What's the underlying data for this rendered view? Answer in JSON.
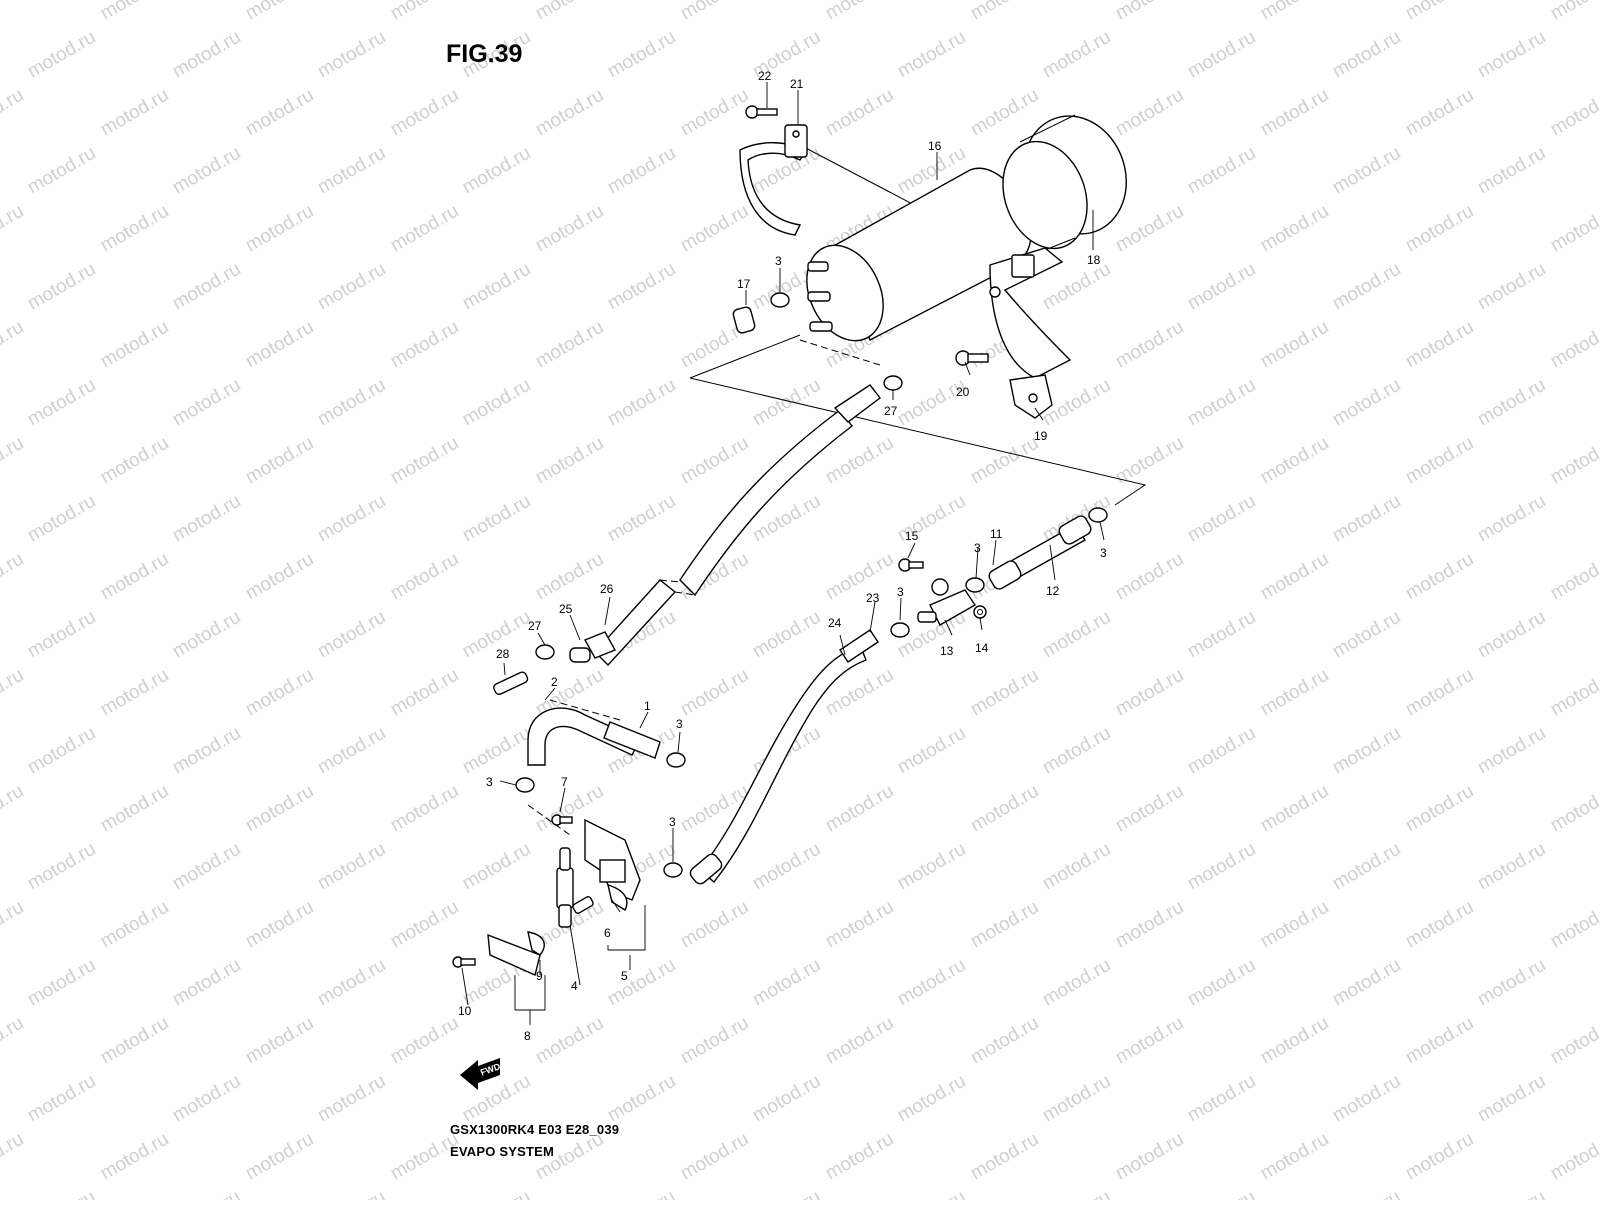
{
  "figure": {
    "title": "FIG.39"
  },
  "caption": {
    "model_code": "GSX1300RK4 E03 E28_039",
    "system_name": "EVAPO SYSTEM"
  },
  "direction_marker": {
    "text": "FWD",
    "icon": "forward-arrow-icon"
  },
  "watermark": {
    "text": "motod.ru"
  },
  "callouts": [
    {
      "id": "c1",
      "text": "1"
    },
    {
      "id": "c2",
      "text": "2"
    },
    {
      "id": "c3a",
      "text": "3"
    },
    {
      "id": "c3b",
      "text": "3"
    },
    {
      "id": "c3c",
      "text": "3"
    },
    {
      "id": "c3d",
      "text": "3"
    },
    {
      "id": "c3e",
      "text": "3"
    },
    {
      "id": "c3f",
      "text": "3"
    },
    {
      "id": "c3g",
      "text": "3"
    },
    {
      "id": "c4",
      "text": "4"
    },
    {
      "id": "c5",
      "text": "5"
    },
    {
      "id": "c6",
      "text": "6"
    },
    {
      "id": "c7",
      "text": "7"
    },
    {
      "id": "c8",
      "text": "8"
    },
    {
      "id": "c9",
      "text": "9"
    },
    {
      "id": "c10",
      "text": "10"
    },
    {
      "id": "c11",
      "text": "11"
    },
    {
      "id": "c12",
      "text": "12"
    },
    {
      "id": "c13",
      "text": "13"
    },
    {
      "id": "c14",
      "text": "14"
    },
    {
      "id": "c15",
      "text": "15"
    },
    {
      "id": "c16",
      "text": "16"
    },
    {
      "id": "c17",
      "text": "17"
    },
    {
      "id": "c18",
      "text": "18"
    },
    {
      "id": "c19",
      "text": "19"
    },
    {
      "id": "c20",
      "text": "20"
    },
    {
      "id": "c21",
      "text": "21"
    },
    {
      "id": "c22",
      "text": "22"
    },
    {
      "id": "c23",
      "text": "23"
    },
    {
      "id": "c24",
      "text": "24"
    },
    {
      "id": "c25",
      "text": "25"
    },
    {
      "id": "c26",
      "text": "26"
    },
    {
      "id": "c27a",
      "text": "27"
    },
    {
      "id": "c27b",
      "text": "27"
    },
    {
      "id": "c28",
      "text": "28"
    }
  ]
}
